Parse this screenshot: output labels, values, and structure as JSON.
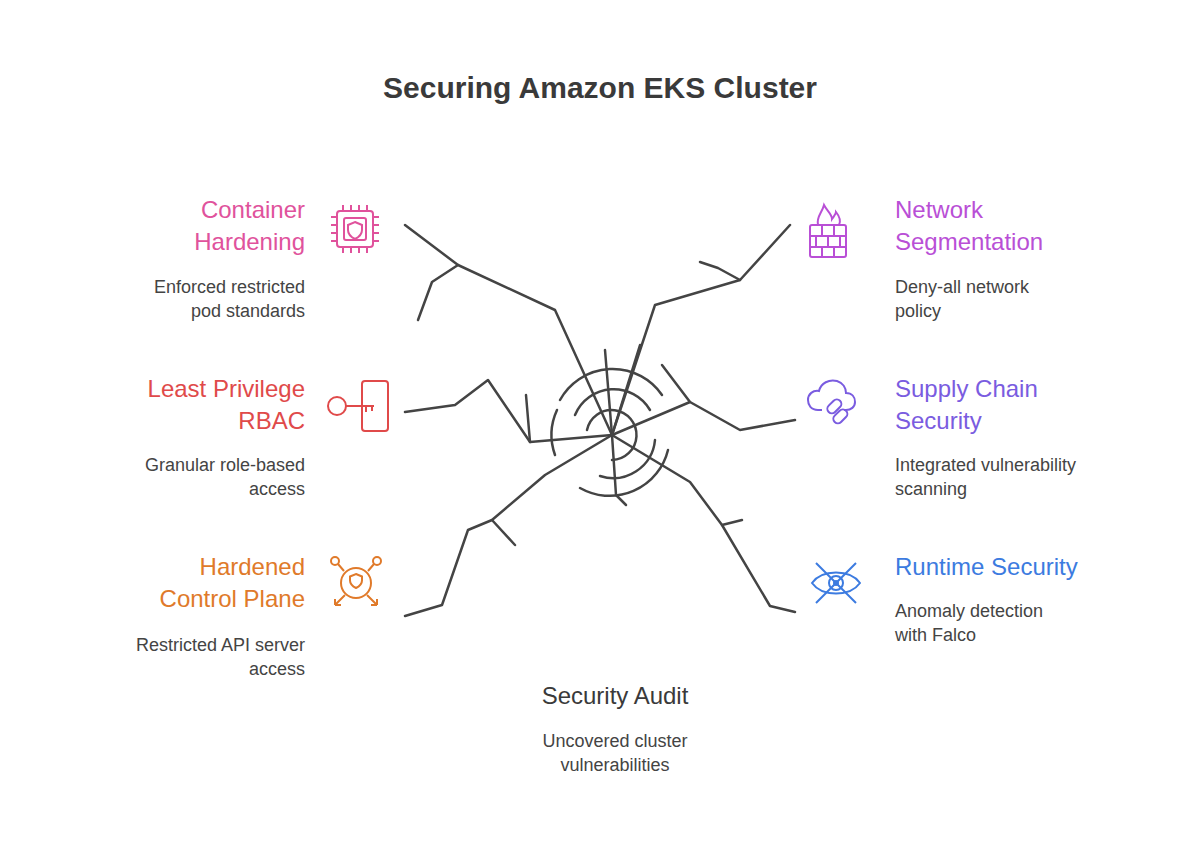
{
  "diagram": {
    "title": "Securing Amazon EKS Cluster",
    "labels": [
      "Container Hardening",
      "Enforced restricted pod standards",
      "Network Segmentation",
      "Deny-all network policy",
      "Least Privilege RBAC",
      "Granular role-based access",
      "Supply Chain Security",
      "Integrated vulnerability scanning",
      "Hardened Control Plane",
      "Restricted API server access",
      "Runtime Security",
      "Anomaly detection with Falco",
      "Security Audit",
      "Uncovered cluster vulnerabilities"
    ]
  }
}
